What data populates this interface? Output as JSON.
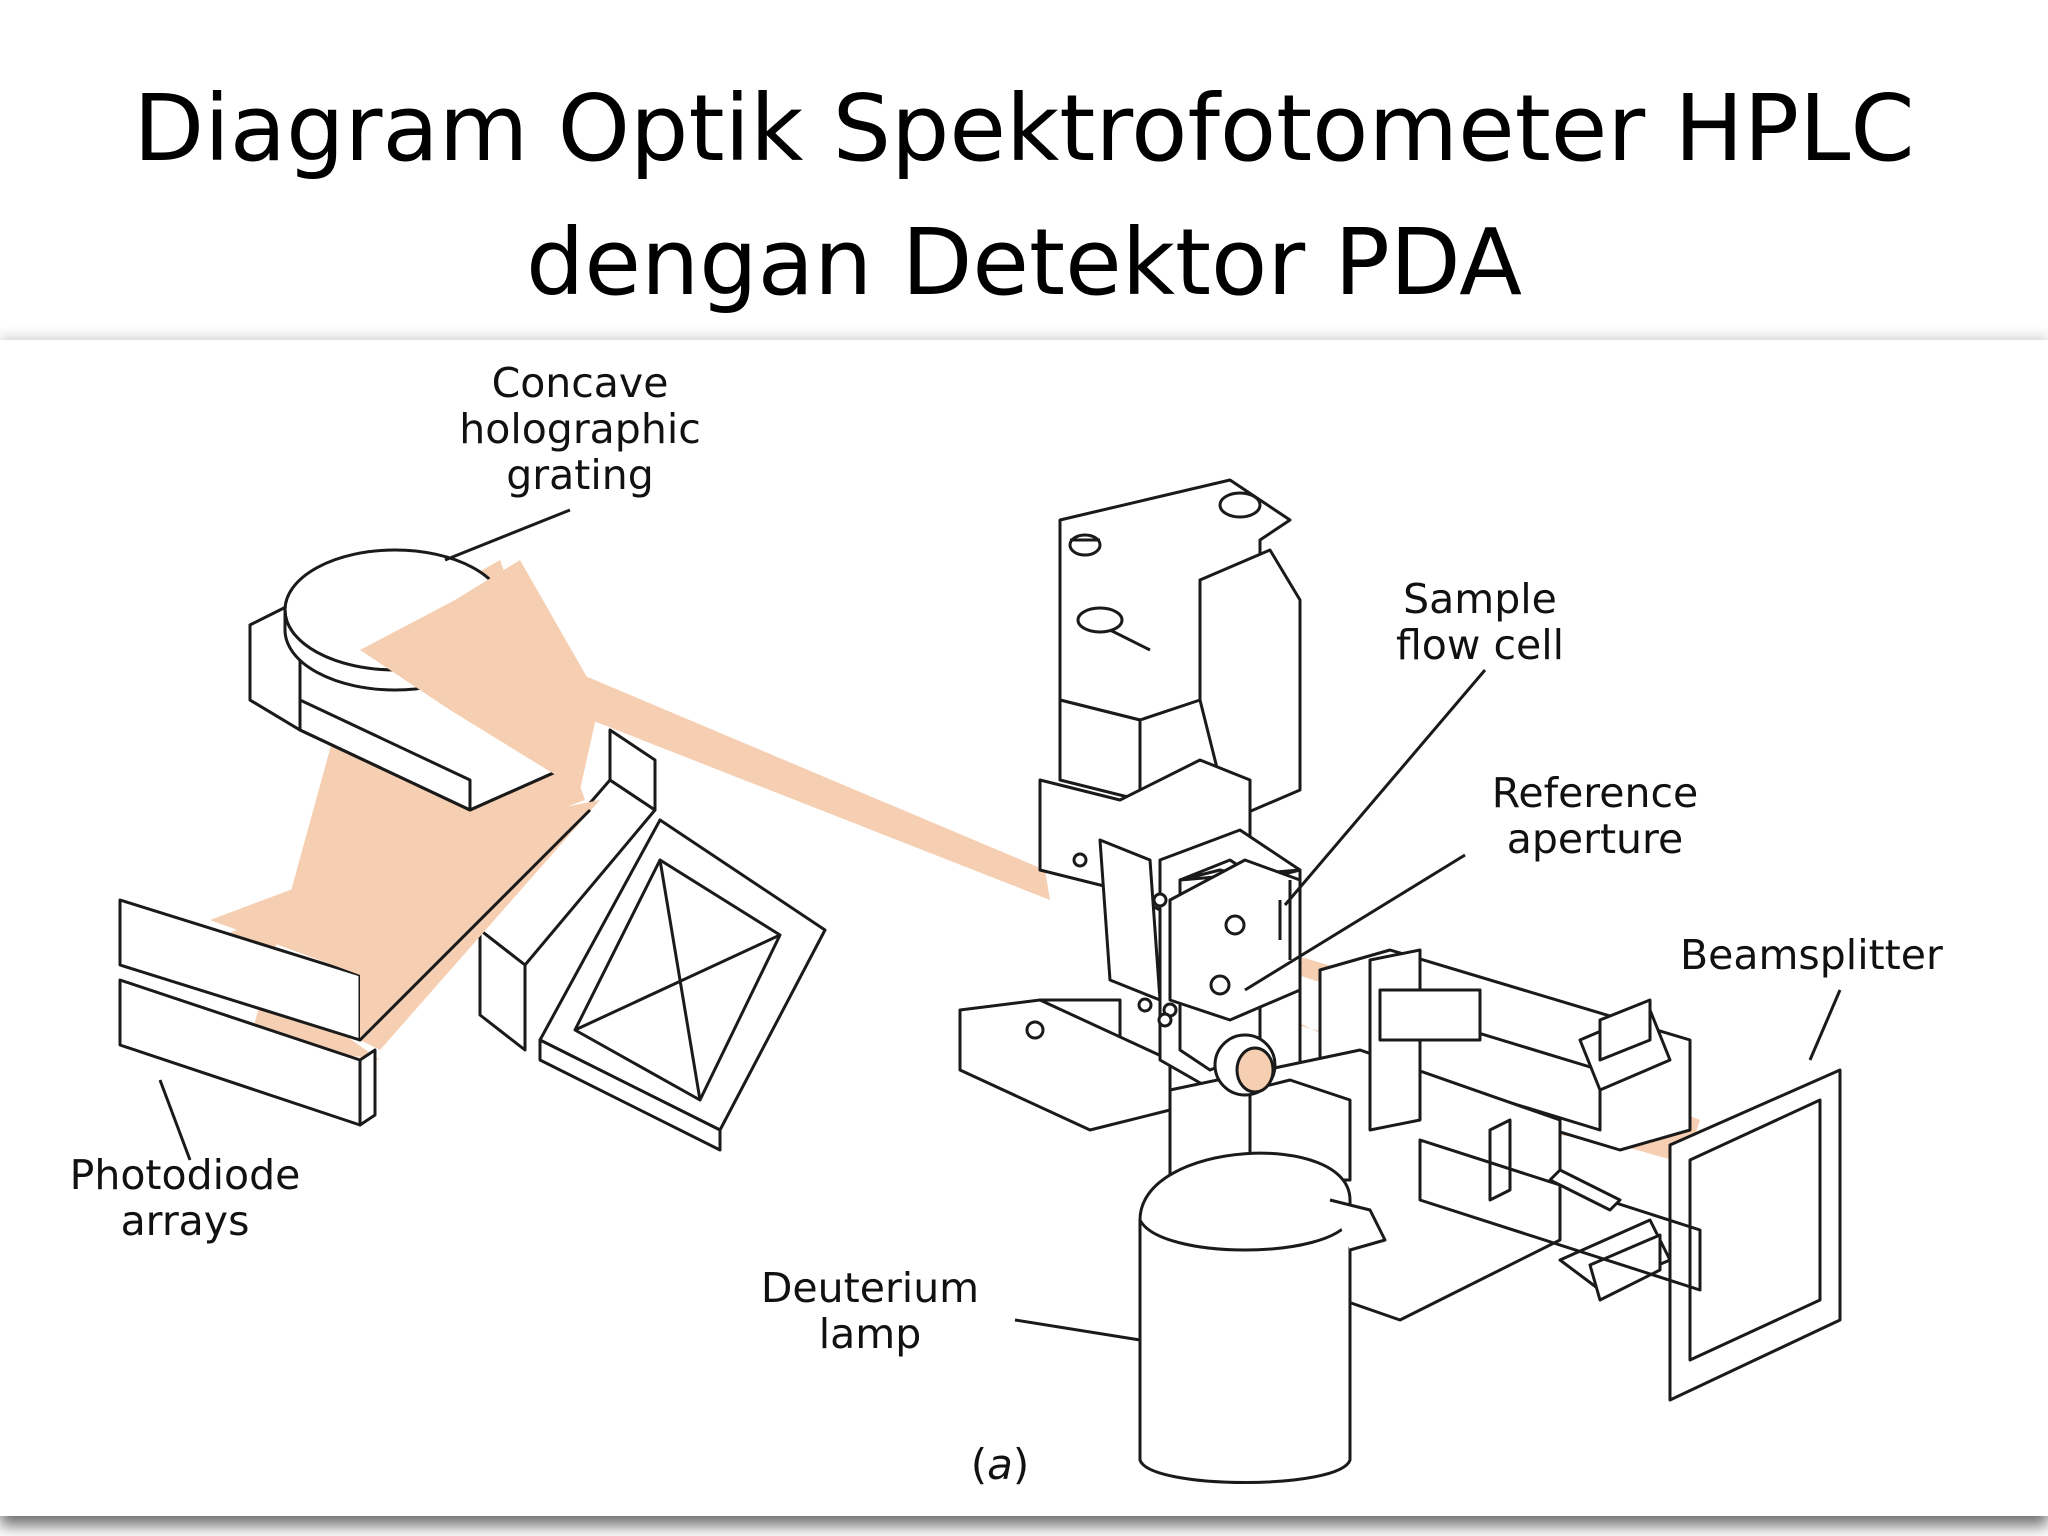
{
  "slide": {
    "title_line1": "Diagram Optik Spektrofotometer HPLC",
    "title_line2": "dengan Detektor PDA"
  },
  "figure": {
    "labels": {
      "grating": [
        "Concave",
        "holographic",
        "grating"
      ],
      "flow_cell": [
        "Sample",
        "flow cell"
      ],
      "reference": [
        "Reference",
        "aperture"
      ],
      "beamsplitter": "Beamsplitter",
      "photodiode": [
        "Photodiode",
        "arrays"
      ],
      "lamp": [
        "Deuterium",
        "lamp"
      ]
    },
    "caption_open": "(",
    "caption_letter": "a",
    "caption_close": ")"
  },
  "colors": {
    "beam": "#f6cfb2",
    "line": "#1a1a1a",
    "background": "#ffffff"
  }
}
